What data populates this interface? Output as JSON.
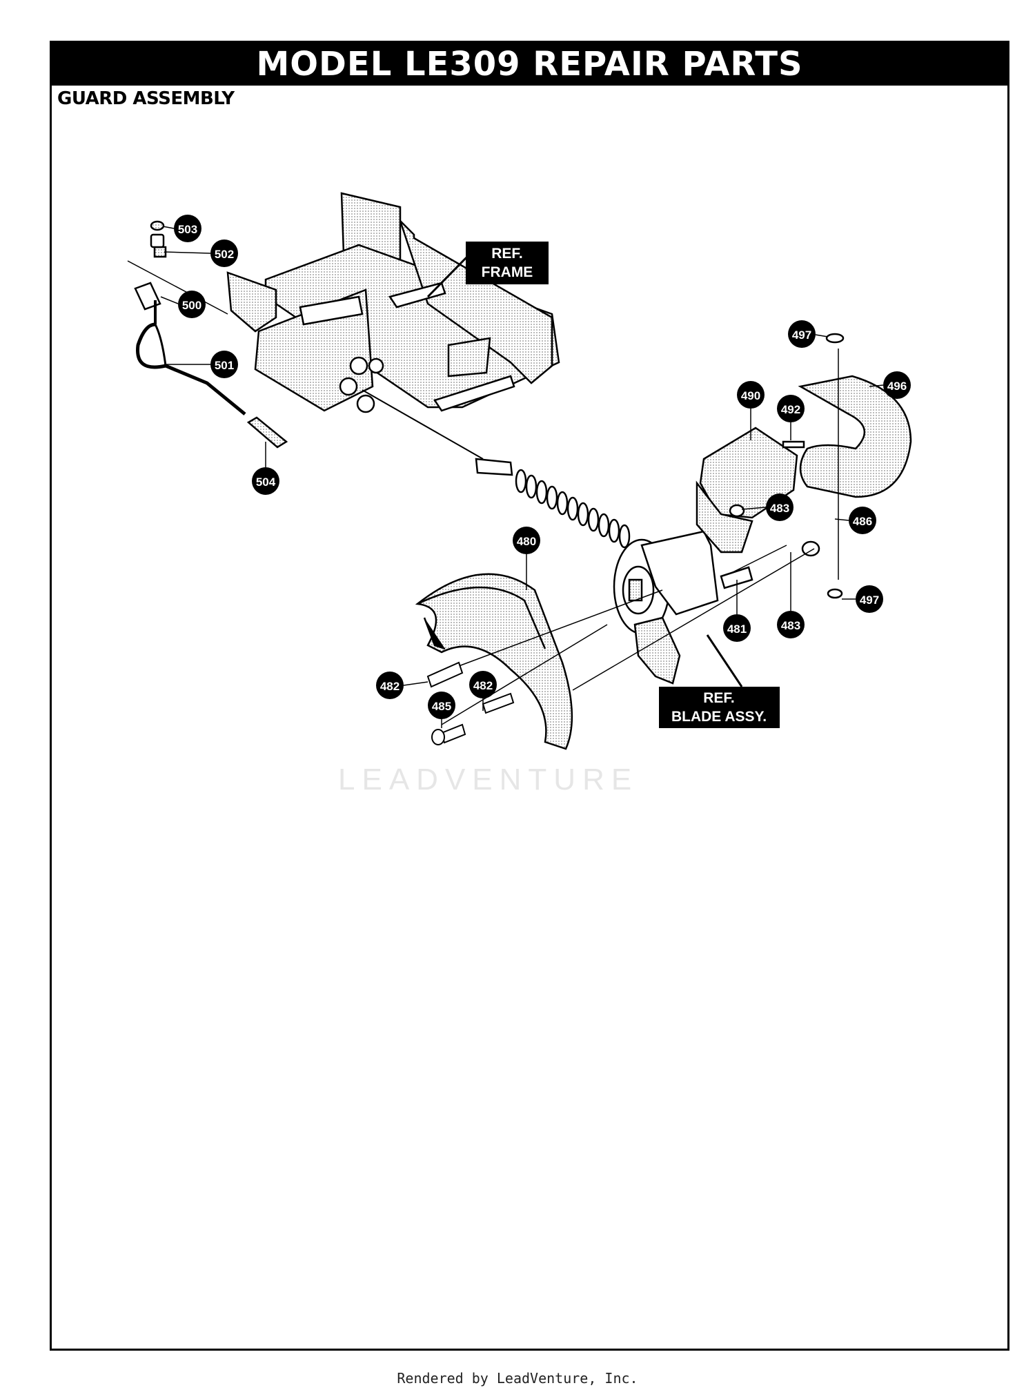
{
  "header": {
    "title": "MODEL LE309 REPAIR PARTS",
    "subtitle": "GUARD ASSEMBLY"
  },
  "reference_labels": [
    {
      "line1": "REF.",
      "line2": "FRAME"
    },
    {
      "line1": "REF.",
      "line2": "BLADE ASSY."
    }
  ],
  "callouts": [
    "503",
    "502",
    "500",
    "501",
    "504",
    "497",
    "496",
    "490",
    "492",
    "483",
    "486",
    "480",
    "481",
    "483",
    "497",
    "482",
    "482",
    "485"
  ],
  "watermark": "LEADVENTURE",
  "footer": "Rendered by LeadVenture, Inc."
}
